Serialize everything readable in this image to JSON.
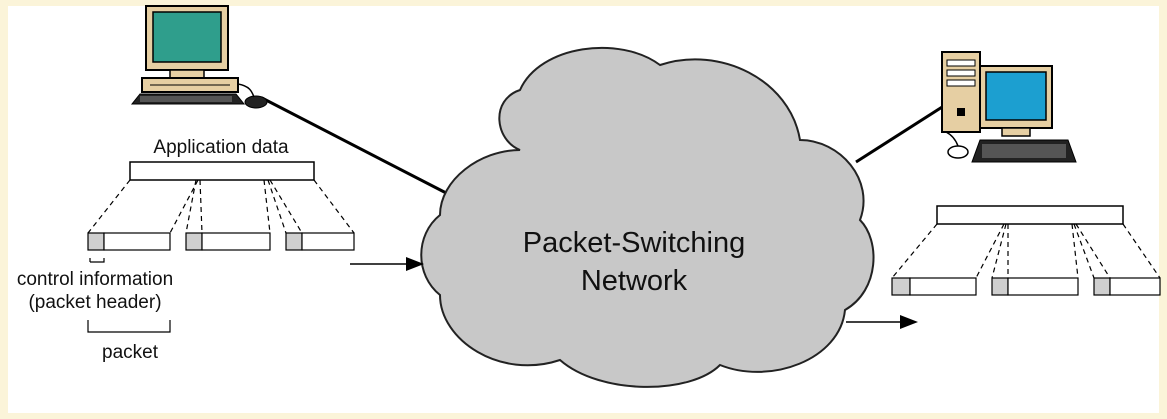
{
  "labels": {
    "application_data": "Application data",
    "control_information": "control information",
    "packet_header": "(packet header)",
    "packet": "packet",
    "network_line1": "Packet-Switching",
    "network_line2": "Network"
  },
  "colors": {
    "background": "#fbf4d9",
    "panel": "#ffffff",
    "cloud": "#c8c8c8",
    "header_box": "#cfcfcf",
    "monitor_body": "#e6cfa3",
    "screen_left": "#2f9e8c",
    "screen_right": "#1c9fd0",
    "tower": "#e6cfa3"
  },
  "icons": {
    "left_computer": "desktop-computer-icon",
    "right_computer": "tower-computer-icon"
  }
}
